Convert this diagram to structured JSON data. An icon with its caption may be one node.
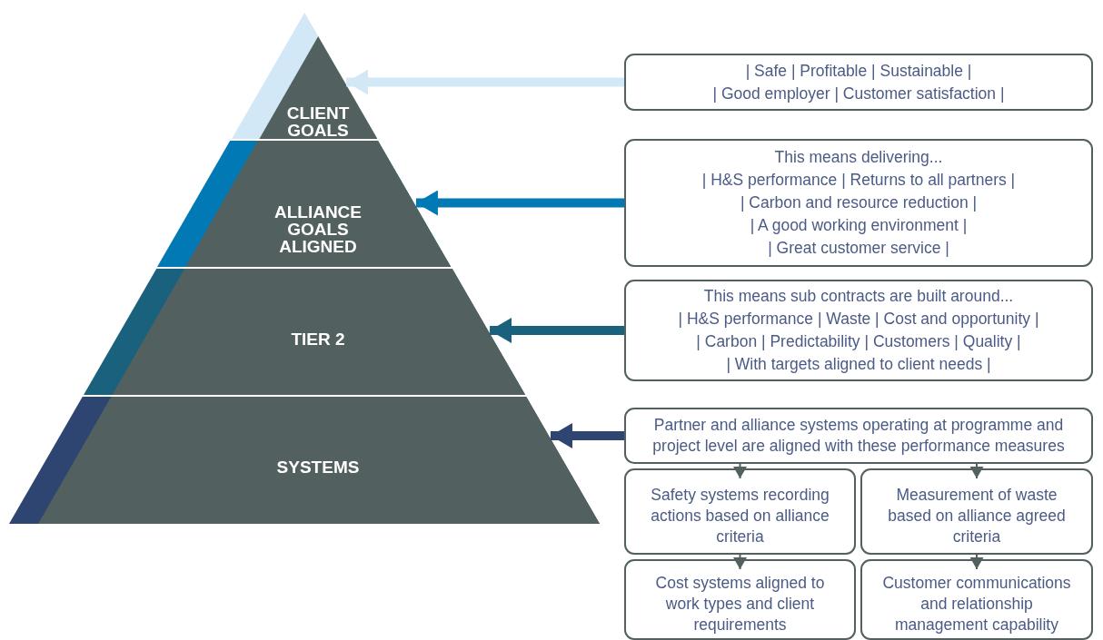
{
  "diagram": {
    "nodes": [
      {
        "text": [
          "CLIENT GOALS"
        ]
      },
      {
        "text": [
          "ALLIANCE GOALS ALIGNED"
        ]
      },
      {
        "text": [
          "TIER 2"
        ]
      },
      {
        "text": [
          "SYSTEMS"
        ]
      },
      {
        "text": [
          "| Safe | Profitable | Sustainable |",
          "| Good employer | Customer satisfaction |"
        ]
      },
      {
        "text": [
          "This means delivering...",
          "| H&S performance | Returns to all partners |",
          "| Carbon and resource reduction |",
          "| A good working environment |",
          "| Great customer service |"
        ]
      },
      {
        "text": [
          "This means sub contracts are built around...",
          "| H&S performance | Waste | Cost and opportunity |",
          "| Carbon | Predictability | Customers | Quality |",
          "| With targets aligned to client needs |"
        ]
      },
      {
        "text": [
          "Partner and alliance systems operating at programme and project level are aligned with these performance measures"
        ]
      },
      {
        "text": [
          "Safety systems recording actions based on alliance criteria"
        ]
      },
      {
        "text": [
          "Measurement of waste based on alliance agreed criteria"
        ]
      },
      {
        "text": [
          "Cost systems aligned to work types and client requirements"
        ]
      },
      {
        "text": [
          "Customer communications and relationship management capability"
        ]
      }
    ],
    "edges": [
      {
        "from": 4,
        "to": 0,
        "arrow": "to",
        "style": "thick",
        "color": "#d3e8f6"
      },
      {
        "from": 5,
        "to": 1,
        "arrow": "to",
        "style": "thick",
        "color": "#0079b5"
      },
      {
        "from": 6,
        "to": 2,
        "arrow": "to",
        "style": "thick",
        "color": "#1a617e"
      },
      {
        "from": 7,
        "to": 3,
        "arrow": "to",
        "style": "thick",
        "color": "#2e4572"
      },
      {
        "from": 7,
        "to": 8,
        "arrow": "to"
      },
      {
        "from": 7,
        "to": 9,
        "arrow": "to"
      },
      {
        "from": 8,
        "to": 10,
        "arrow": "to"
      },
      {
        "from": 9,
        "to": 11,
        "arrow": "to"
      }
    ]
  }
}
